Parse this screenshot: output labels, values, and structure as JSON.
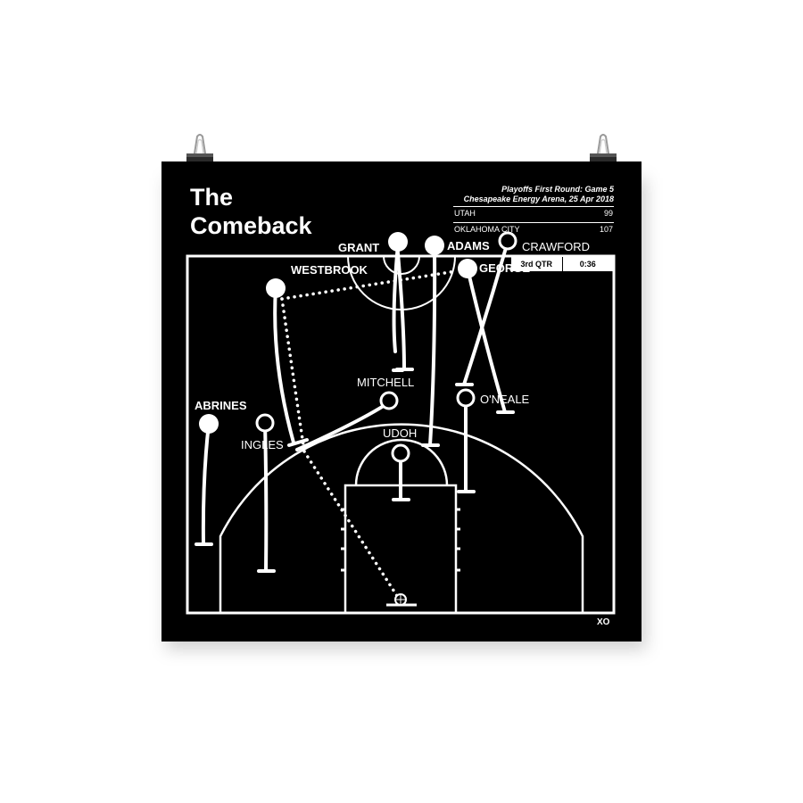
{
  "title_lines": [
    "The",
    "Comeback"
  ],
  "game_info": {
    "round": "Playoffs First Round: Game 5",
    "venue_date": "Chesapeake Energy Arena, 25 Apr 2018"
  },
  "scores": [
    {
      "team": "UTAH",
      "score": "99"
    },
    {
      "team": "OKLAHOMA CITY",
      "score": "107"
    }
  ],
  "clock": {
    "quarter": "3rd QTR",
    "time": "0:36"
  },
  "players": {
    "grant": "GRANT",
    "adams": "ADAMS",
    "crawford": "CRAWFORD",
    "westbrook": "WESTBROOK",
    "george": "GEORGE",
    "abrines": "ABRINES",
    "ingles": "INGLES",
    "mitchell": "MITCHELL",
    "oneale": "O'NEALE",
    "udoh": "UDOH"
  },
  "brand_mark": "XO",
  "colors": {
    "poster_background": "#000000",
    "ink": "#ffffff",
    "page_background": "#ffffff"
  },
  "icons": [
    "binder-clip-icon",
    "basketball-icon",
    "xo-logo-icon"
  ]
}
